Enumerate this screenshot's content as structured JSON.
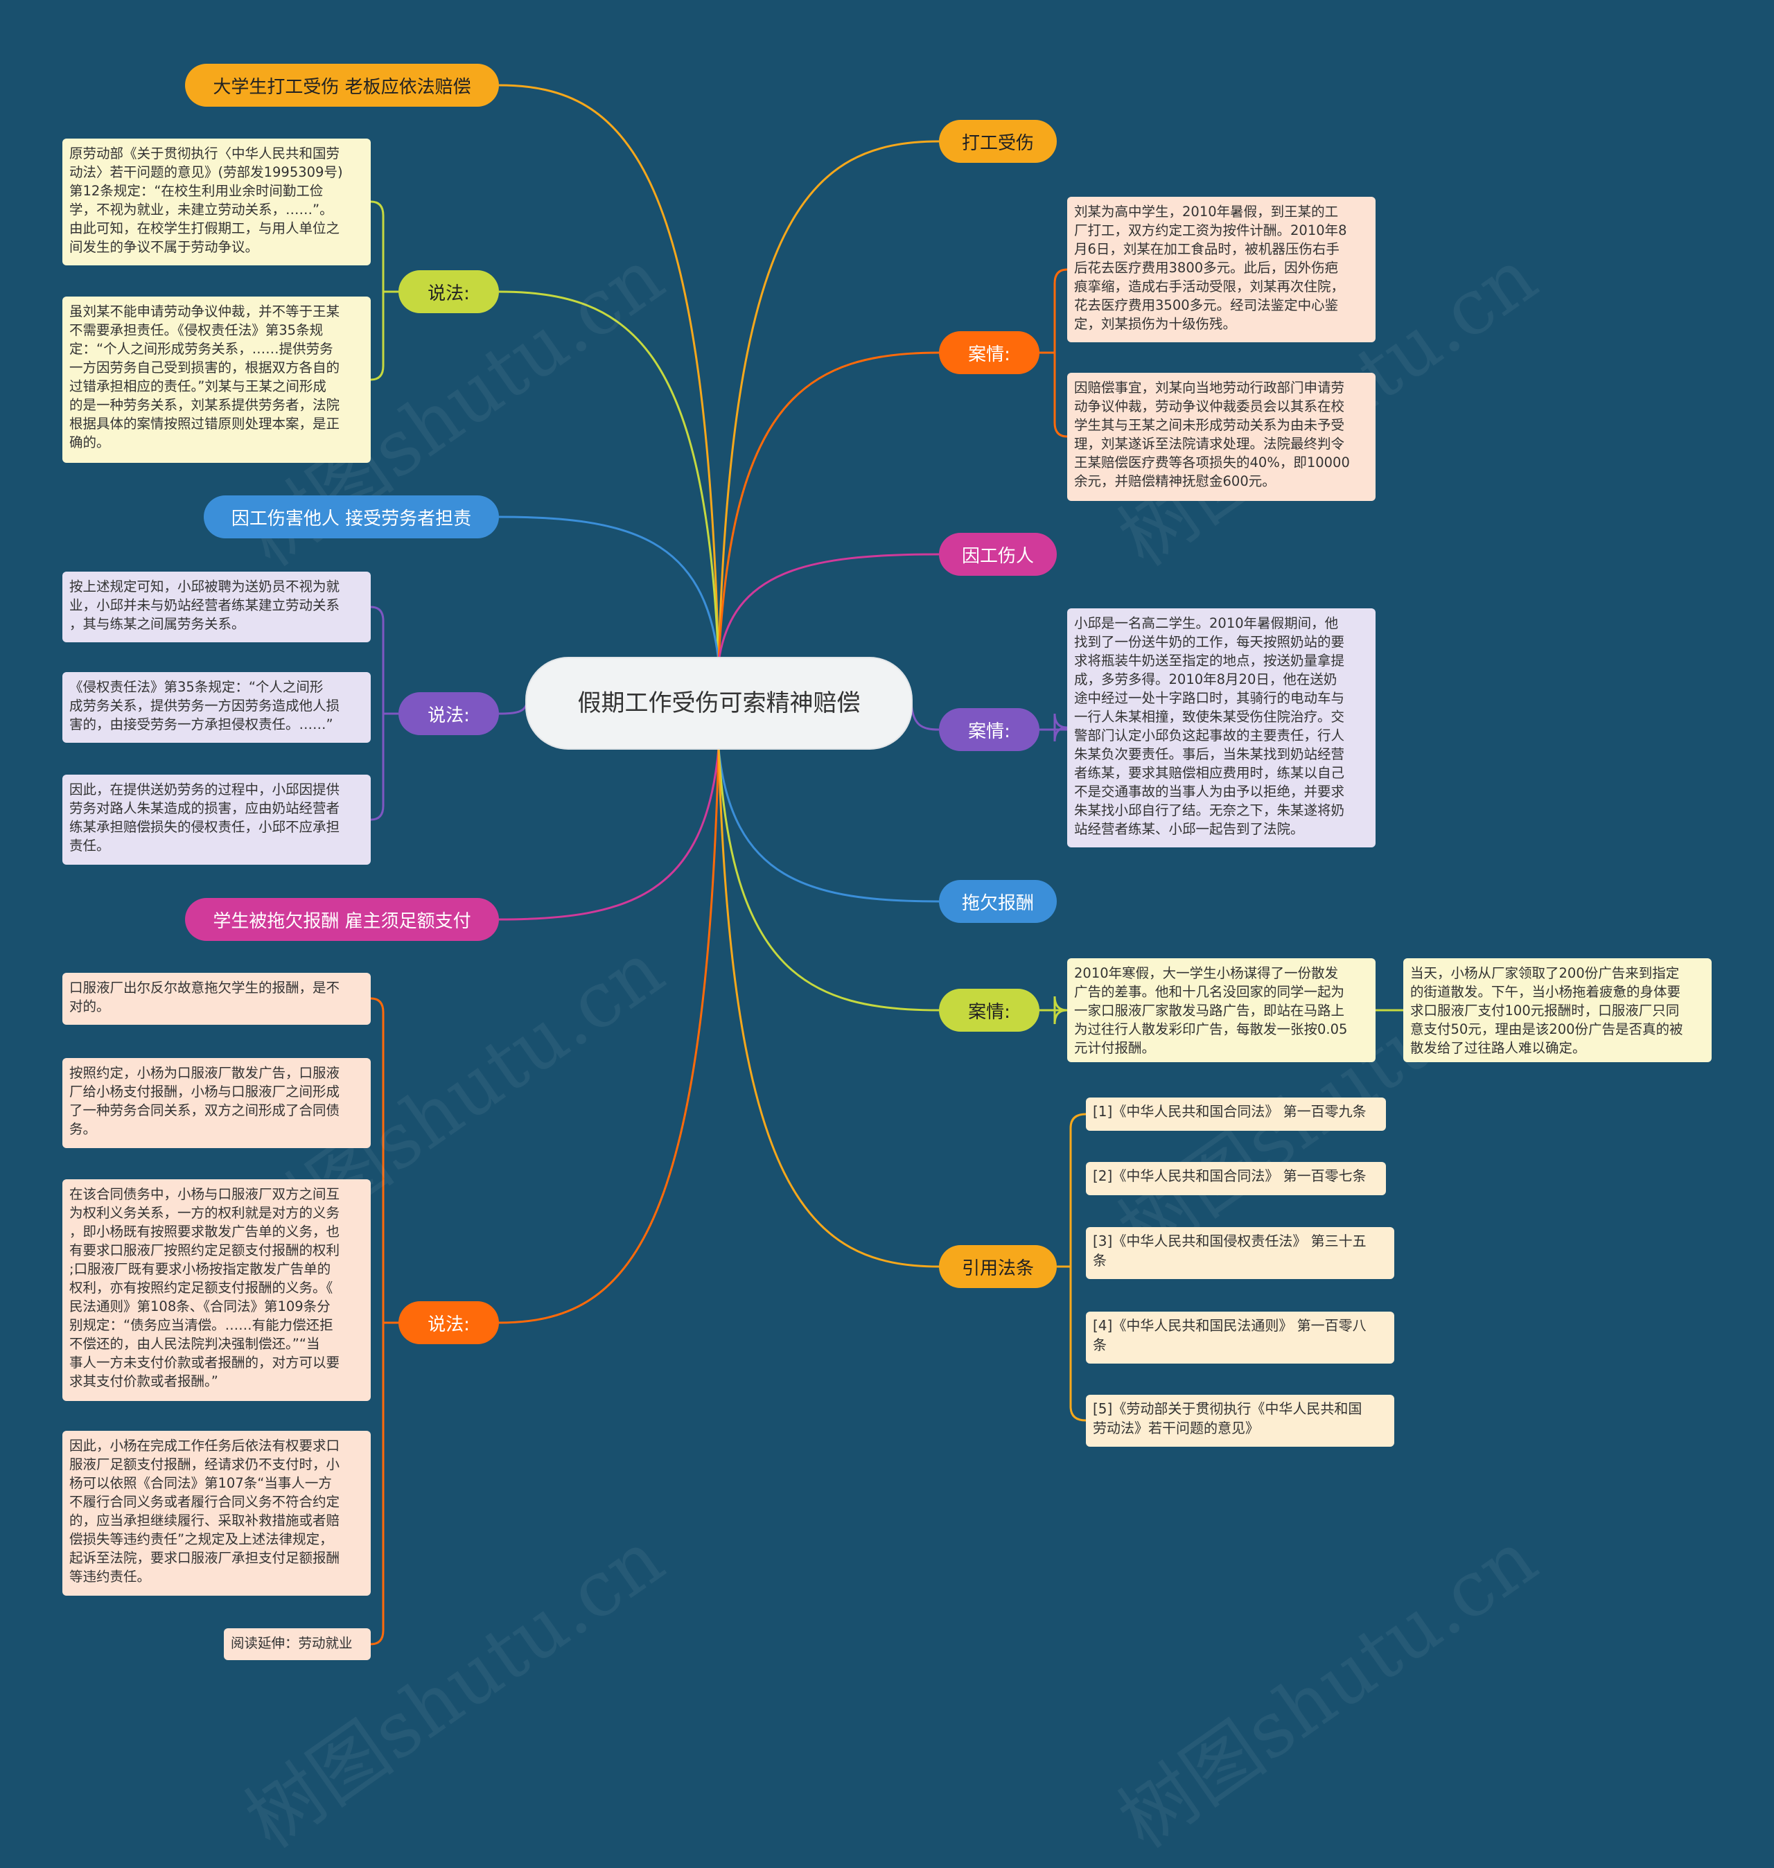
{
  "colors": {
    "background": "#19506e",
    "orange": "#f7a81b",
    "yellow_green": "#c6d93f",
    "red_orange": "#ff6a0a",
    "blue": "#3b8fd9",
    "magenta": "#d13a9a",
    "purple": "#7e57c2",
    "card_yellow": "#fbf7d0",
    "card_peach": "#fde3d4",
    "card_lavender": "#e6e1f3",
    "card_ref": "#fdeed2"
  },
  "root": {
    "title": "假期工作受伤可索精神赔偿"
  },
  "left": {
    "topic1": "大学生打工受伤 老板应依法赔偿",
    "shuofa1": {
      "label": "说法:",
      "cards": [
        "原劳动部《关于贯彻执行〈中华人民共和国劳\n动法〉若干问题的意见》(劳部发1995309号)\n第12条规定：“在校生利用业余时间勤工俭\n学，不视为就业，未建立劳动关系，……”。\n由此可知，在校学生打假期工，与用人单位之\n间发生的争议不属于劳动争议。",
        "虽刘某不能申请劳动争议仲裁，并不等于王某\n不需要承担责任。《侵权责任法》第35条规\n定：“个人之间形成劳务关系，……提供劳务\n一方因劳务自己受到损害的，根据双方各自的\n过错承担相应的责任。”刘某与王某之间形成\n的是一种劳务关系，刘某系提供劳务者，法院\n根据具体的案情按照过错原则处理本案，是正\n确的。"
      ]
    },
    "topic2": "因工伤害他人 接受劳务者担责",
    "shuofa2": {
      "label": "说法:",
      "cards": [
        "按上述规定可知，小邱被聘为送奶员不视为就\n业，小邱并未与奶站经营者练某建立劳动关系\n，其与练某之间属劳务关系。",
        "《侵权责任法》第35条规定：“个人之间形\n成劳务关系，提供劳务一方因劳务造成他人损\n害的，由接受劳务一方承担侵权责任。……”",
        "因此，在提供送奶劳务的过程中，小邱因提供\n劳务对路人朱某造成的损害，应由奶站经营者\n练某承担赔偿损失的侵权责任，小邱不应承担\n责任。"
      ]
    },
    "topic3": "学生被拖欠报酬 雇主须足额支付",
    "shuofa3": {
      "label": "说法:",
      "cards": [
        "口服液厂出尔反尔故意拖欠学生的报酬，是不\n对的。",
        "按照约定，小杨为口服液厂散发广告，口服液\n厂给小杨支付报酬，小杨与口服液厂之间形成\n了一种劳务合同关系，双方之间形成了合同债\n务。",
        "在该合同债务中，小杨与口服液厂双方之间互\n为权利义务关系，一方的权利就是对方的义务\n，即小杨既有按照要求散发广告单的义务，也\n有要求口服液厂按照约定足额支付报酬的权利\n;口服液厂既有要求小杨按指定散发广告单的\n权利，亦有按照约定足额支付报酬的义务。《\n民法通则》第108条、《合同法》第109条分\n别规定：“债务应当清偿。……有能力偿还拒\n不偿还的，由人民法院判决强制偿还。”“当\n事人一方未支付价款或者报酬的，对方可以要\n求其支付价款或者报酬。”",
        "因此，小杨在完成工作任务后依法有权要求口\n服液厂足额支付报酬，经请求仍不支付时，小\n杨可以依照《合同法》第107条“当事人一方\n不履行合同义务或者履行合同义务不符合约定\n的，应当承担继续履行、采取补救措施或者赔\n偿损失等违约责任”之规定及上述法律规定，\n起诉至法院，要求口服液厂承担支付足额报酬\n等违约责任。",
        "阅读延伸：劳动就业"
      ]
    }
  },
  "right": {
    "topic1": "打工受伤",
    "anqing1": {
      "label": "案情:",
      "cards": [
        "刘某为高中学生，2010年暑假，到王某的工\n厂打工，双方约定工资为按件计酬。2010年8\n月6日，刘某在加工食品时，被机器压伤右手\n后花去医疗费用3800多元。此后，因外伤疤\n痕挛缩，造成右手活动受限，刘某再次住院，\n花去医疗费用3500多元。经司法鉴定中心鉴\n定，刘某损伤为十级伤残。",
        "因赔偿事宜，刘某向当地劳动行政部门申请劳\n动争议仲裁，劳动争议仲裁委员会以其系在校\n学生其与王某之间未形成劳动关系为由未予受\n理，刘某遂诉至法院请求处理。法院最终判令\n王某赔偿医疗费等各项损失的40%，即10000\n余元，并赔偿精神抚慰金600元。"
      ]
    },
    "topic2": "因工伤人",
    "anqing2": {
      "label": "案情:",
      "cards": [
        "小邱是一名高二学生。2010年暑假期间，他\n找到了一份送牛奶的工作，每天按照奶站的要\n求将瓶装牛奶送至指定的地点，按送奶量拿提\n成，多劳多得。2010年8月20日，他在送奶\n途中经过一处十字路口时，其骑行的电动车与\n一行人朱某相撞，致使朱某受伤住院治疗。交\n警部门认定小邱负这起事故的主要责任，行人\n朱某负次要责任。事后，当朱某找到奶站经营\n者练某，要求其赔偿相应费用时，练某以自己\n不是交通事故的当事人为由予以拒绝，并要求\n朱某找小邱自行了结。无奈之下，朱某遂将奶\n站经营者练某、小邱一起告到了法院。"
      ]
    },
    "topic3": "拖欠报酬",
    "anqing3": {
      "label": "案情:",
      "cards": [
        "2010年寒假，大一学生小杨谋得了一份散发\n广告的差事。他和十几名没回家的同学一起为\n一家口服液厂家散发马路广告，即站在马路上\n为过往行人散发彩印广告，每散发一张按0.05\n元计付报酬。",
        "当天，小杨从厂家领取了200份广告来到指定\n的街道散发。下午，当小杨拖着疲惫的身体要\n求口服液厂支付100元报酬时，口服液厂只同\n意支付50元，理由是该200份广告是否真的被\n散发给了过往路人难以确定。"
      ]
    },
    "refs": {
      "label": "引用法条",
      "items": [
        "[1]《中华人民共和国合同法》 第一百零九条",
        "[2]《中华人民共和国合同法》 第一百零七条",
        "[3]《中华人民共和国侵权责任法》 第三十五\n条",
        "[4]《中华人民共和国民法通则》 第一百零八\n条",
        "[5]《劳动部关于贯彻执行《中华人民共和国\n劳动法》若干问题的意见》"
      ]
    }
  },
  "watermark": "树图shutu.cn"
}
